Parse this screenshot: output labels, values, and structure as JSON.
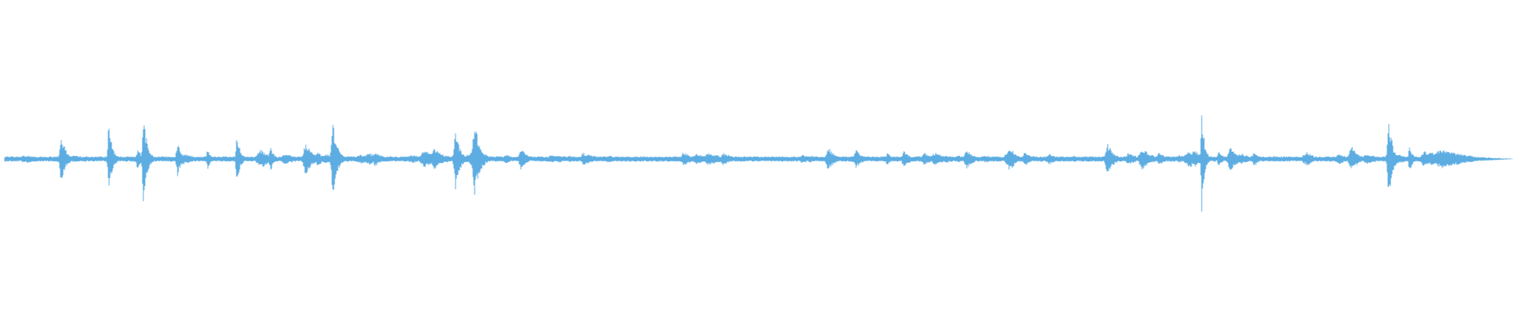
{
  "waveform": {
    "color": "#5dade2",
    "background": "#ffffff",
    "baseline_amplitude": 0.015,
    "noise_amplitude": 0.02,
    "event_count_hint": 95,
    "peaks": [
      {
        "t": 0.0401,
        "a": 0.16,
        "w": 0.0025
      },
      {
        "t": 0.0713,
        "a": 0.23,
        "w": 0.002
      },
      {
        "t": 0.094,
        "a": 0.3,
        "w": 0.002
      },
      {
        "t": 0.1162,
        "a": 0.12,
        "w": 0.002
      },
      {
        "t": 0.1359,
        "a": 0.06,
        "w": 0.002
      },
      {
        "t": 0.1551,
        "a": 0.15,
        "w": 0.002
      },
      {
        "t": 0.177,
        "a": 0.08,
        "w": 0.002
      },
      {
        "t": 0.2002,
        "a": 0.1,
        "w": 0.004
      },
      {
        "t": 0.2178,
        "a": 0.24,
        "w": 0.0025
      },
      {
        "t": 0.298,
        "a": 0.19,
        "w": 0.0025
      },
      {
        "t": 0.3105,
        "a": 0.25,
        "w": 0.003
      },
      {
        "t": 0.542,
        "a": 0.07,
        "w": 0.004
      },
      {
        "t": 0.6606,
        "a": 0.08,
        "w": 0.0035
      },
      {
        "t": 0.7245,
        "a": 0.1,
        "w": 0.0035
      },
      {
        "t": 0.786,
        "a": 0.34,
        "w": 0.0015
      },
      {
        "t": 0.805,
        "a": 0.08,
        "w": 0.004
      },
      {
        "t": 0.884,
        "a": 0.08,
        "w": 0.004
      },
      {
        "t": 0.9083,
        "a": 0.3,
        "w": 0.002
      },
      {
        "t": 0.922,
        "a": 0.08,
        "w": 0.002
      },
      {
        "t": 0.944,
        "a": 0.06,
        "w": 0.015
      }
    ],
    "end_t": 0.988
  }
}
